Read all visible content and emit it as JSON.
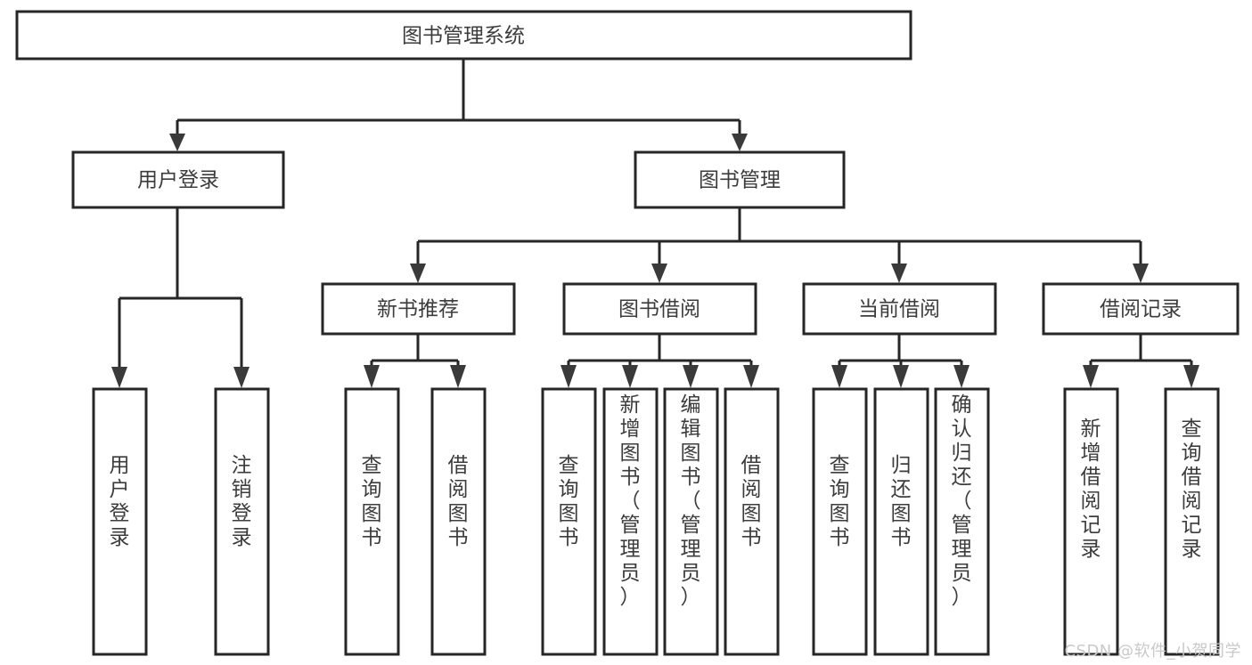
{
  "diagram": {
    "type": "tree-hierarchy-chart",
    "title": "图书管理系统",
    "watermark": "CSDN @软件_小贺同学",
    "colors": {
      "background": "#ffffff",
      "box_stroke": "#262626",
      "text": "#3c3c3c",
      "arrow": "#3a3a3a",
      "watermark": "#c9c9c9"
    },
    "nodes": {
      "root": {
        "id": "root",
        "label": "图书管理系统",
        "level": 1,
        "orientation": "horizontal"
      },
      "level2": [
        {
          "id": "user-login",
          "label": "用户登录",
          "level": 2,
          "orientation": "horizontal"
        },
        {
          "id": "book-manage",
          "label": "图书管理",
          "level": 2,
          "orientation": "horizontal"
        }
      ],
      "level3": [
        {
          "id": "new-book-recommend",
          "label": "新书推荐",
          "level": 3,
          "orientation": "horizontal",
          "parent": "book-manage"
        },
        {
          "id": "book-borrow",
          "label": "图书借阅",
          "level": 3,
          "orientation": "horizontal",
          "parent": "book-manage"
        },
        {
          "id": "current-borrow",
          "label": "当前借阅",
          "level": 3,
          "orientation": "horizontal",
          "parent": "book-manage"
        },
        {
          "id": "borrow-record",
          "label": "借阅记录",
          "level": 3,
          "orientation": "horizontal",
          "parent": "book-manage"
        }
      ],
      "leaves": [
        {
          "id": "leaf-user-login",
          "label": "用户登录",
          "orientation": "vertical",
          "parent": "user-login"
        },
        {
          "id": "leaf-logout",
          "label": "注销登录",
          "orientation": "vertical",
          "parent": "user-login"
        },
        {
          "id": "leaf-query-book-1",
          "label": "查询图书",
          "orientation": "vertical",
          "parent": "new-book-recommend"
        },
        {
          "id": "leaf-borrow-book-1",
          "label": "借阅图书",
          "orientation": "vertical",
          "parent": "new-book-recommend"
        },
        {
          "id": "leaf-query-book-2",
          "label": "查询图书",
          "orientation": "vertical",
          "parent": "book-borrow"
        },
        {
          "id": "leaf-add-book",
          "label": "新增图书（管理员）",
          "orientation": "vertical",
          "parent": "book-borrow"
        },
        {
          "id": "leaf-edit-book",
          "label": "编辑图书（管理员）",
          "orientation": "vertical",
          "parent": "book-borrow"
        },
        {
          "id": "leaf-borrow-book-2",
          "label": "借阅图书",
          "orientation": "vertical",
          "parent": "book-borrow"
        },
        {
          "id": "leaf-query-book-3",
          "label": "查询图书",
          "orientation": "vertical",
          "parent": "current-borrow"
        },
        {
          "id": "leaf-return-book",
          "label": "归还图书",
          "orientation": "vertical",
          "parent": "current-borrow"
        },
        {
          "id": "leaf-confirm-return",
          "label": "确认归还（管理员）",
          "orientation": "vertical",
          "parent": "current-borrow"
        },
        {
          "id": "leaf-add-record",
          "label": "新增借阅记录",
          "orientation": "vertical",
          "parent": "borrow-record"
        },
        {
          "id": "leaf-query-record",
          "label": "查询借阅记录",
          "orientation": "vertical",
          "parent": "borrow-record"
        }
      ]
    }
  }
}
